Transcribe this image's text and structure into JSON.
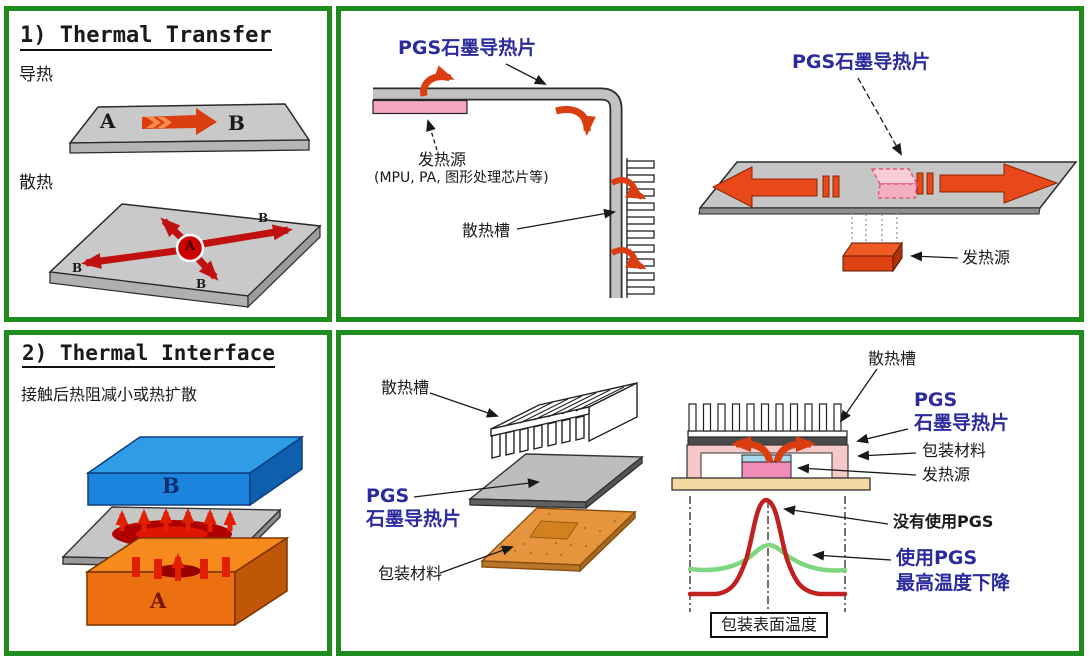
{
  "colors": {
    "frame_green": "#1e8b1e",
    "plate_gray": "#c6c6c6",
    "arrow_red": "#d93d10",
    "deep_red": "#c01010",
    "label_blue": "#2b2b9e",
    "pink_source": "#f4a8c4",
    "package_pink": "#f6c9c9",
    "chip_pink": "#f08cba",
    "board_tan": "#f5d7a2",
    "board_orange": "#e6953e",
    "block_blue": "#1b84dc",
    "block_orange": "#ec6f10",
    "curve_red": "#c21f1f",
    "curve_green": "#7fd67f"
  },
  "panel1": {
    "title": "1) Thermal Transfer",
    "conduction": "导热",
    "dissipation": "散热",
    "point_a": "A",
    "point_b": "B",
    "center_point": "A",
    "corner_point": "B"
  },
  "panel2": {
    "pgs_label": "PGS石墨导热片",
    "heat_source": "发热源",
    "heat_source_detail": "(MPU, PA, 图形处理芯片等)",
    "heatsink": "散热槽"
  },
  "panel2b": {
    "pgs_label": "PGS石墨导热片",
    "heat_source": "发热源"
  },
  "panel3": {
    "title": "2) Thermal Interface",
    "subtitle": "接触后热阻减小或热扩散",
    "block_top": "B",
    "block_bottom": "A"
  },
  "panel4a": {
    "heatsink": "散热槽",
    "pgs_line1": "PGS",
    "pgs_line2": "石墨导热片",
    "package": "包装材料"
  },
  "panel4b": {
    "heatsink": "散热槽",
    "pgs_line1": "PGS",
    "pgs_line2": "石墨导热片",
    "package": "包装材料",
    "heat_source": "发热源",
    "curve_without": "没有使用PGS",
    "curve_with_line1": "使用PGS",
    "curve_with_line2": "最高温度下降",
    "axis_caption": "包装表面温度"
  }
}
